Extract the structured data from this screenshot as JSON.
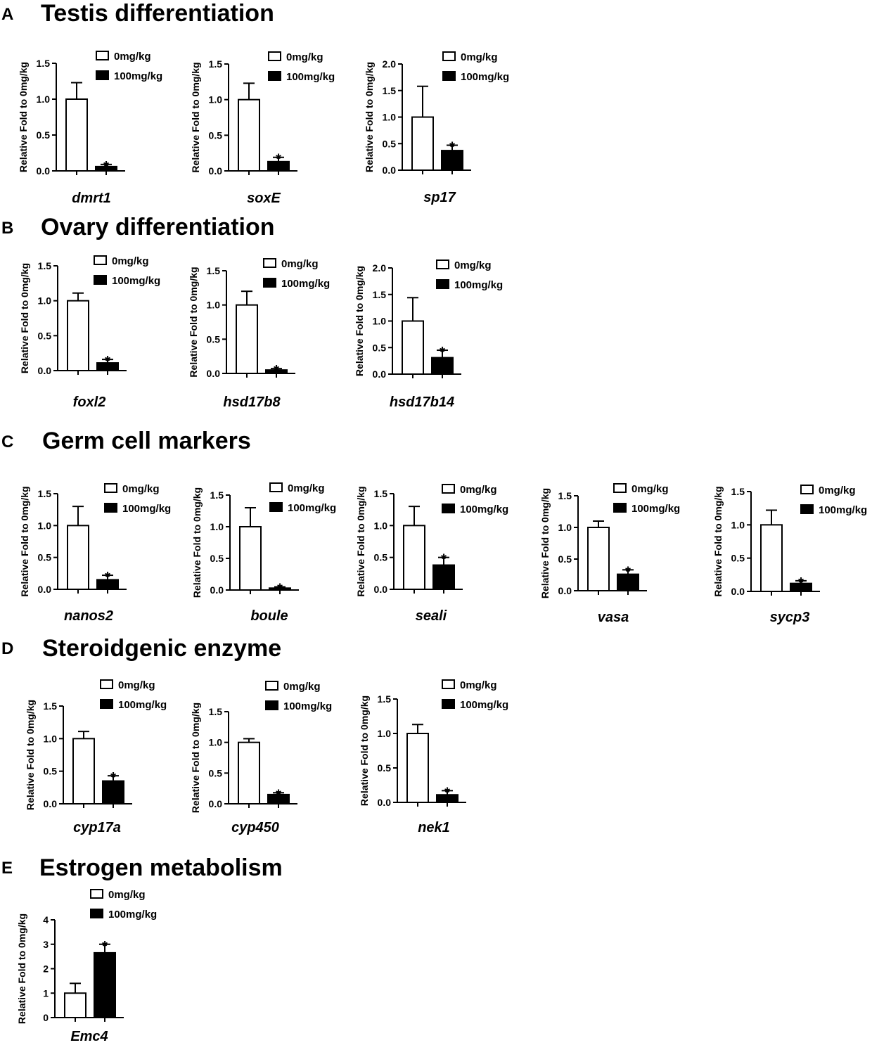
{
  "panels": [
    {
      "letter": "A",
      "title": "Testis differentiation",
      "charts": [
        {
          "type": "bar",
          "gene": "dmrt1",
          "ylabel": "Relative Fold to 0mg/kg",
          "ylim": [
            0,
            1.5
          ],
          "yticks": [
            "0.0",
            "0.5",
            "1.0",
            "1.5"
          ],
          "legend": [
            "0mg/kg",
            "100mg/kg"
          ],
          "series": [
            {
              "name": "0mg/kg",
              "value": 1.0,
              "error": 0.23,
              "star": ""
            },
            {
              "name": "100mg/kg",
              "value": 0.06,
              "error": 0.03,
              "star": "*"
            }
          ]
        },
        {
          "type": "bar",
          "gene": "soxE",
          "ylabel": "Relative Fold to 0mg/kg",
          "ylim": [
            0,
            1.5
          ],
          "yticks": [
            "0.0",
            "0.5",
            "1.0",
            "1.5"
          ],
          "legend": [
            "0mg/kg",
            "100mg/kg"
          ],
          "series": [
            {
              "name": "0mg/kg",
              "value": 1.0,
              "error": 0.23,
              "star": ""
            },
            {
              "name": "100mg/kg",
              "value": 0.13,
              "error": 0.06,
              "star": "*"
            }
          ]
        },
        {
          "type": "bar",
          "gene": "sp17",
          "ylabel": "Relative Fold to 0mg/kg",
          "ylim": [
            0,
            2.0
          ],
          "yticks": [
            "0.0",
            "0.5",
            "1.0",
            "1.5",
            "2.0"
          ],
          "legend": [
            "0mg/kg",
            "100mg/kg"
          ],
          "series": [
            {
              "name": "0mg/kg",
              "value": 1.0,
              "error": 0.58,
              "star": ""
            },
            {
              "name": "100mg/kg",
              "value": 0.37,
              "error": 0.1,
              "star": "*"
            }
          ]
        }
      ]
    },
    {
      "letter": "B",
      "title": "Ovary differentiation",
      "charts": [
        {
          "type": "bar",
          "gene": "foxl2",
          "ylabel": "Relative Fold to 0mg/kg",
          "ylim": [
            0,
            1.5
          ],
          "yticks": [
            "0.0",
            "0.5",
            "1.0",
            "1.5"
          ],
          "legend": [
            "0mg/kg",
            "100mg/kg"
          ],
          "series": [
            {
              "name": "0mg/kg",
              "value": 1.0,
              "error": 0.11,
              "star": ""
            },
            {
              "name": "100mg/kg",
              "value": 0.11,
              "error": 0.05,
              "star": "*"
            }
          ]
        },
        {
          "type": "bar",
          "gene": "hsd17b8",
          "ylabel": "Relative Fold to 0mg/kg",
          "ylim": [
            0,
            1.5
          ],
          "yticks": [
            "0.0",
            "0.5",
            "1.0",
            "1.5"
          ],
          "legend": [
            "0mg/kg",
            "100mg/kg"
          ],
          "series": [
            {
              "name": "0mg/kg",
              "value": 1.0,
              "error": 0.2,
              "star": ""
            },
            {
              "name": "100mg/kg",
              "value": 0.05,
              "error": 0.02,
              "star": "*"
            }
          ]
        },
        {
          "type": "bar",
          "gene": "hsd17b14",
          "ylabel": "Relative Fold to 0mg/kg",
          "ylim": [
            0,
            2.0
          ],
          "yticks": [
            "0.0",
            "0.5",
            "1.0",
            "1.5",
            "2.0"
          ],
          "legend": [
            "0mg/kg",
            "100mg/kg"
          ],
          "series": [
            {
              "name": "0mg/kg",
              "value": 1.0,
              "error": 0.44,
              "star": ""
            },
            {
              "name": "100mg/kg",
              "value": 0.31,
              "error": 0.14,
              "star": "*"
            }
          ]
        }
      ]
    },
    {
      "letter": "C",
      "title": "Germ cell markers",
      "charts": [
        {
          "type": "bar",
          "gene": "nanos2",
          "ylabel": "Relative Fold to 0mg/kg",
          "ylim": [
            0,
            1.5
          ],
          "yticks": [
            "0.0",
            "0.5",
            "1.0",
            "1.5"
          ],
          "legend": [
            "0mg/kg",
            "100mg/kg"
          ],
          "series": [
            {
              "name": "0mg/kg",
              "value": 1.0,
              "error": 0.3,
              "star": ""
            },
            {
              "name": "100mg/kg",
              "value": 0.15,
              "error": 0.07,
              "star": "*"
            }
          ]
        },
        {
          "type": "bar",
          "gene": "boule",
          "ylabel": "Relative Fold to 0mg/kg",
          "ylim": [
            0,
            1.5
          ],
          "yticks": [
            "0.0",
            "0.5",
            "1.0",
            "1.5"
          ],
          "legend": [
            "0mg/kg",
            "100mg/kg"
          ],
          "series": [
            {
              "name": "0mg/kg",
              "value": 1.0,
              "error": 0.3,
              "star": ""
            },
            {
              "name": "100mg/kg",
              "value": 0.03,
              "error": 0.02,
              "star": "*"
            }
          ]
        },
        {
          "type": "bar",
          "gene": "seali",
          "ylabel": "Relative Fold to 0mg/kg",
          "ylim": [
            0,
            1.5
          ],
          "yticks": [
            "0.0",
            "0.5",
            "1.0",
            "1.5"
          ],
          "legend": [
            "0mg/kg",
            "100mg/kg"
          ],
          "series": [
            {
              "name": "0mg/kg",
              "value": 1.0,
              "error": 0.3,
              "star": ""
            },
            {
              "name": "100mg/kg",
              "value": 0.38,
              "error": 0.12,
              "star": "*"
            }
          ]
        },
        {
          "type": "bar",
          "gene": "vasa",
          "ylabel": "Relative Fold to 0mg/kg",
          "ylim": [
            0,
            1.5
          ],
          "yticks": [
            "0.0",
            "0.5",
            "1.0",
            "1.5"
          ],
          "legend": [
            "0mg/kg",
            "100mg/kg"
          ],
          "series": [
            {
              "name": "0mg/kg",
              "value": 1.0,
              "error": 0.1,
              "star": ""
            },
            {
              "name": "100mg/kg",
              "value": 0.26,
              "error": 0.07,
              "star": "*"
            }
          ]
        },
        {
          "type": "bar",
          "gene": "sycp3",
          "ylabel": "Relative Fold to 0mg/kg",
          "ylim": [
            0,
            1.5
          ],
          "yticks": [
            "0.0",
            "0.5",
            "1.0",
            "1.5"
          ],
          "legend": [
            "0mg/kg",
            "100mg/kg"
          ],
          "series": [
            {
              "name": "0mg/kg",
              "value": 1.0,
              "error": 0.22,
              "star": ""
            },
            {
              "name": "100mg/kg",
              "value": 0.12,
              "error": 0.04,
              "star": "*"
            }
          ]
        }
      ]
    },
    {
      "letter": "D",
      "title": "Steroidgenic enzyme",
      "charts": [
        {
          "type": "bar",
          "gene": "cyp17a",
          "ylabel": "Relative Fold to 0mg/kg",
          "ylim": [
            0,
            1.5
          ],
          "yticks": [
            "0.0",
            "0.5",
            "1.0",
            "1.5"
          ],
          "legend": [
            "0mg/kg",
            "100mg/kg"
          ],
          "series": [
            {
              "name": "0mg/kg",
              "value": 1.0,
              "error": 0.11,
              "star": ""
            },
            {
              "name": "100mg/kg",
              "value": 0.35,
              "error": 0.08,
              "star": "*"
            }
          ]
        },
        {
          "type": "bar",
          "gene": "cyp450",
          "ylabel": "Relative Fold to 0mg/kg",
          "ylim": [
            0,
            1.5
          ],
          "yticks": [
            "0.0",
            "0.5",
            "1.0",
            "1.5"
          ],
          "legend": [
            "0mg/kg",
            "100mg/kg"
          ],
          "series": [
            {
              "name": "0mg/kg",
              "value": 1.0,
              "error": 0.06,
              "star": ""
            },
            {
              "name": "100mg/kg",
              "value": 0.15,
              "error": 0.03,
              "star": "*"
            }
          ]
        },
        {
          "type": "bar",
          "gene": "nek1",
          "ylabel": "Relative Fold to 0mg/kg",
          "ylim": [
            0,
            1.5
          ],
          "yticks": [
            "0.0",
            "0.5",
            "1.0",
            "1.5"
          ],
          "legend": [
            "0mg/kg",
            "100mg/kg"
          ],
          "series": [
            {
              "name": "0mg/kg",
              "value": 1.0,
              "error": 0.13,
              "star": ""
            },
            {
              "name": "100mg/kg",
              "value": 0.11,
              "error": 0.06,
              "star": "*"
            }
          ]
        }
      ]
    },
    {
      "letter": "E",
      "title": "Estrogen metabolism",
      "charts": [
        {
          "type": "bar",
          "gene": "Emc4",
          "ylabel": "Relative Fold to 0mg/kg",
          "ylim": [
            0,
            4
          ],
          "yticks": [
            "0",
            "1",
            "2",
            "3",
            "4"
          ],
          "legend": [
            "0mg/kg",
            "100mg/kg"
          ],
          "series": [
            {
              "name": "0mg/kg",
              "value": 1.0,
              "error": 0.4,
              "star": ""
            },
            {
              "name": "100mg/kg",
              "value": 2.65,
              "error": 0.35,
              "star": "*"
            }
          ]
        }
      ]
    }
  ],
  "colors": {
    "control": "#ffffff",
    "treated": "#000000",
    "stroke": "#000000"
  }
}
